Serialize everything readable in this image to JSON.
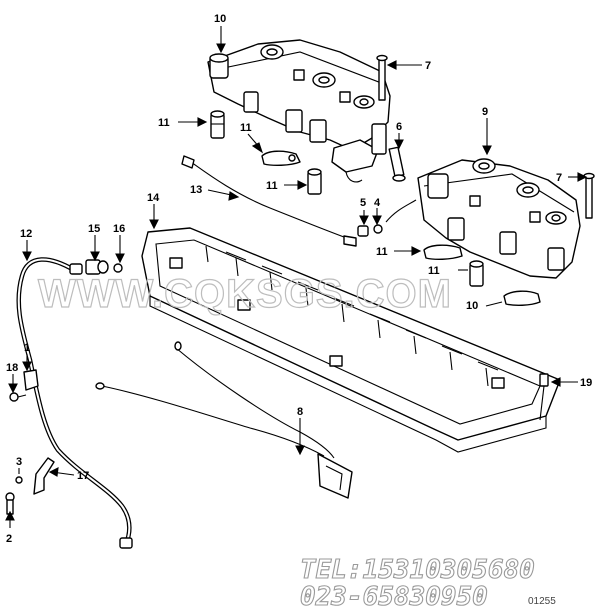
{
  "callouts": [
    {
      "id": "c10a",
      "text": "10"
    },
    {
      "id": "c7a",
      "text": "7"
    },
    {
      "id": "c11a",
      "text": "11"
    },
    {
      "id": "c11b",
      "text": "11"
    },
    {
      "id": "c11c",
      "text": "11"
    },
    {
      "id": "c6",
      "text": "6"
    },
    {
      "id": "c9",
      "text": "9"
    },
    {
      "id": "c7b",
      "text": "7"
    },
    {
      "id": "c13",
      "text": "13"
    },
    {
      "id": "c5",
      "text": "5"
    },
    {
      "id": "c4",
      "text": "4"
    },
    {
      "id": "c14",
      "text": "14"
    },
    {
      "id": "c12",
      "text": "12"
    },
    {
      "id": "c15",
      "text": "15"
    },
    {
      "id": "c16",
      "text": "16"
    },
    {
      "id": "c11d",
      "text": "11"
    },
    {
      "id": "c11e",
      "text": "11"
    },
    {
      "id": "c10b",
      "text": "10"
    },
    {
      "id": "c1",
      "text": "1"
    },
    {
      "id": "c18",
      "text": "18"
    },
    {
      "id": "c19",
      "text": "19"
    },
    {
      "id": "c8",
      "text": "8"
    },
    {
      "id": "c3",
      "text": "3"
    },
    {
      "id": "c17",
      "text": "17"
    },
    {
      "id": "c2",
      "text": "2"
    }
  ],
  "watermark": "WWW.CQKSGS.COM",
  "contact": {
    "tel": "TEL:15310305680",
    "phone": "023-65830950"
  },
  "figure_ref": "01255"
}
